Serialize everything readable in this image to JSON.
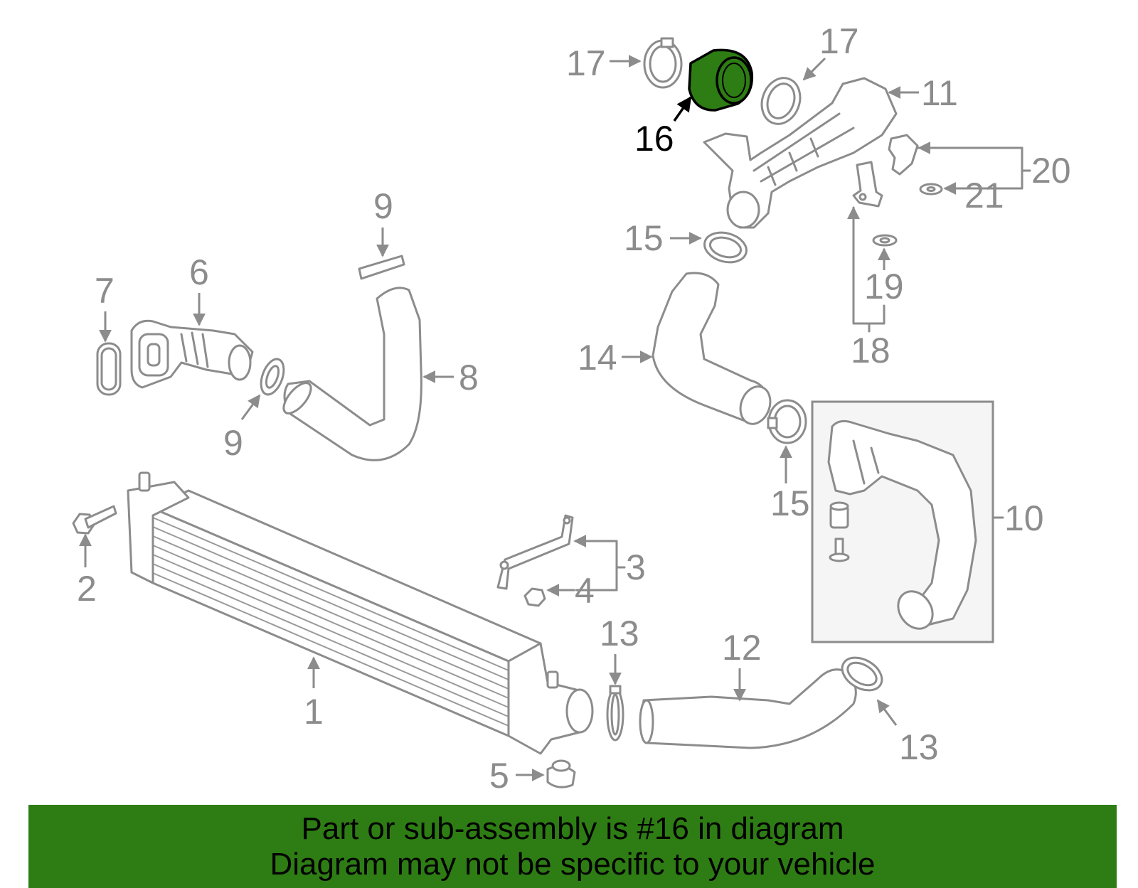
{
  "diagram": {
    "highlight_color": "#2e7d14",
    "label_color": "#8c8c8c",
    "highlighted_label": "16",
    "labels": {
      "l1": "1",
      "l2": "2",
      "l3": "3",
      "l4": "4",
      "l5": "5",
      "l6": "6",
      "l7": "7",
      "l8": "8",
      "l9a": "9",
      "l9b": "9",
      "l10": "10",
      "l11": "11",
      "l12": "12",
      "l13a": "13",
      "l13b": "13",
      "l14": "14",
      "l15a": "15",
      "l15b": "15",
      "l16": "16",
      "l17a": "17",
      "l17b": "17",
      "l18": "18",
      "l19": "19",
      "l20": "20",
      "l21": "21"
    }
  },
  "banner": {
    "line1": "Part or sub-assembly is #16 in diagram",
    "line2": "Diagram may not be specific to your vehicle",
    "background": "#2e7d14"
  }
}
